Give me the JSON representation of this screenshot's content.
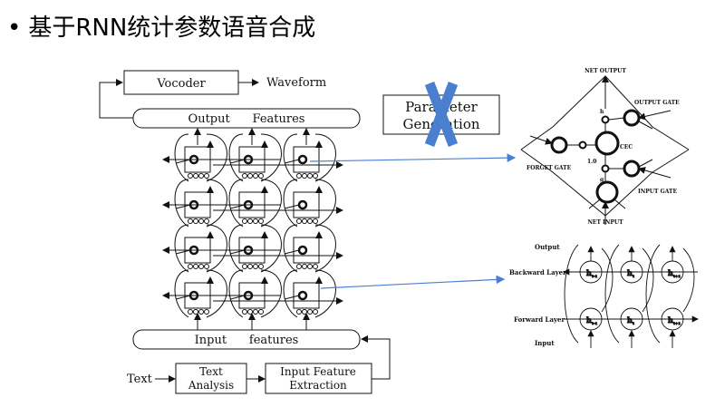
{
  "slide": {
    "title": "基于RNN统计参数语音合成",
    "bullet": "•"
  },
  "left_diagram": {
    "vocoder": "Vocoder",
    "waveform": "Waveform",
    "output_features": "Output      Features",
    "input_features": "Input      features",
    "text": "Text",
    "text_analysis_line1": "Text",
    "text_analysis_line2": "Analysis",
    "input_feature_line1": "Input Feature",
    "input_feature_line2": "Extraction"
  },
  "param_gen": {
    "line1": "Parameter",
    "line2": "Generation",
    "cross_color": "#4a7fd0"
  },
  "lstm_cell": {
    "net_output": "NET OUTPUT",
    "output_gate": "OUTPUT GATE",
    "forget_gate": "FORGET GATE",
    "input_gate": "INPUT GATE",
    "net_input": "NET INPUT",
    "cec": "CEC",
    "h": "h",
    "g": "g",
    "one": "1.0"
  },
  "brnn": {
    "output": "Output",
    "backward_layer": "Backward Layer",
    "forward_layer": "Forward Layer",
    "input": "Input",
    "h_prev": "h",
    "h_cur": "h",
    "h_next": "h"
  },
  "colors": {
    "arrow_blue": "#4a7fd0"
  }
}
